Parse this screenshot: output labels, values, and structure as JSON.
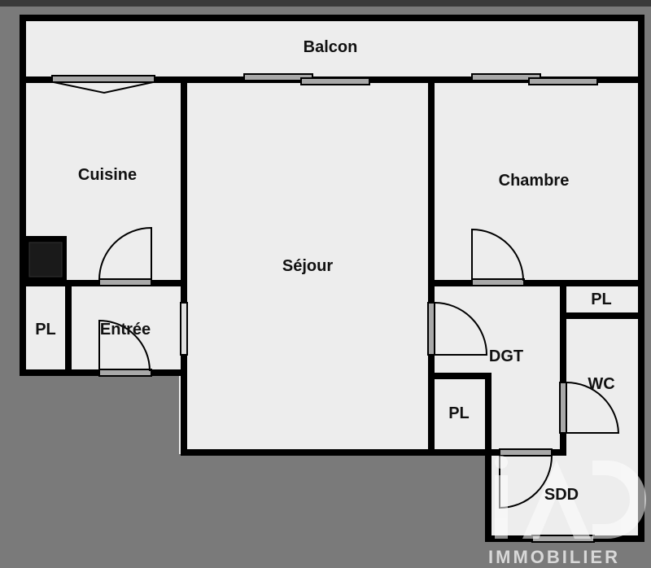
{
  "rooms": {
    "balcon": "Balcon",
    "cuisine": "Cuisine",
    "sejour": "Séjour",
    "chambre": "Chambre",
    "pl_left": "PL",
    "entree": "Entrée",
    "dgt": "DGT",
    "pl_right_top": "PL",
    "wc": "WC",
    "pl_middle": "PL",
    "sdd": "SDD"
  },
  "watermark": {
    "logo": "iAD",
    "subtitle": "IMMOBILIER"
  },
  "colors": {
    "background": "#7a7a7a",
    "floor": "#ededed",
    "wall": "#000000",
    "window": "#a8a8a8"
  }
}
